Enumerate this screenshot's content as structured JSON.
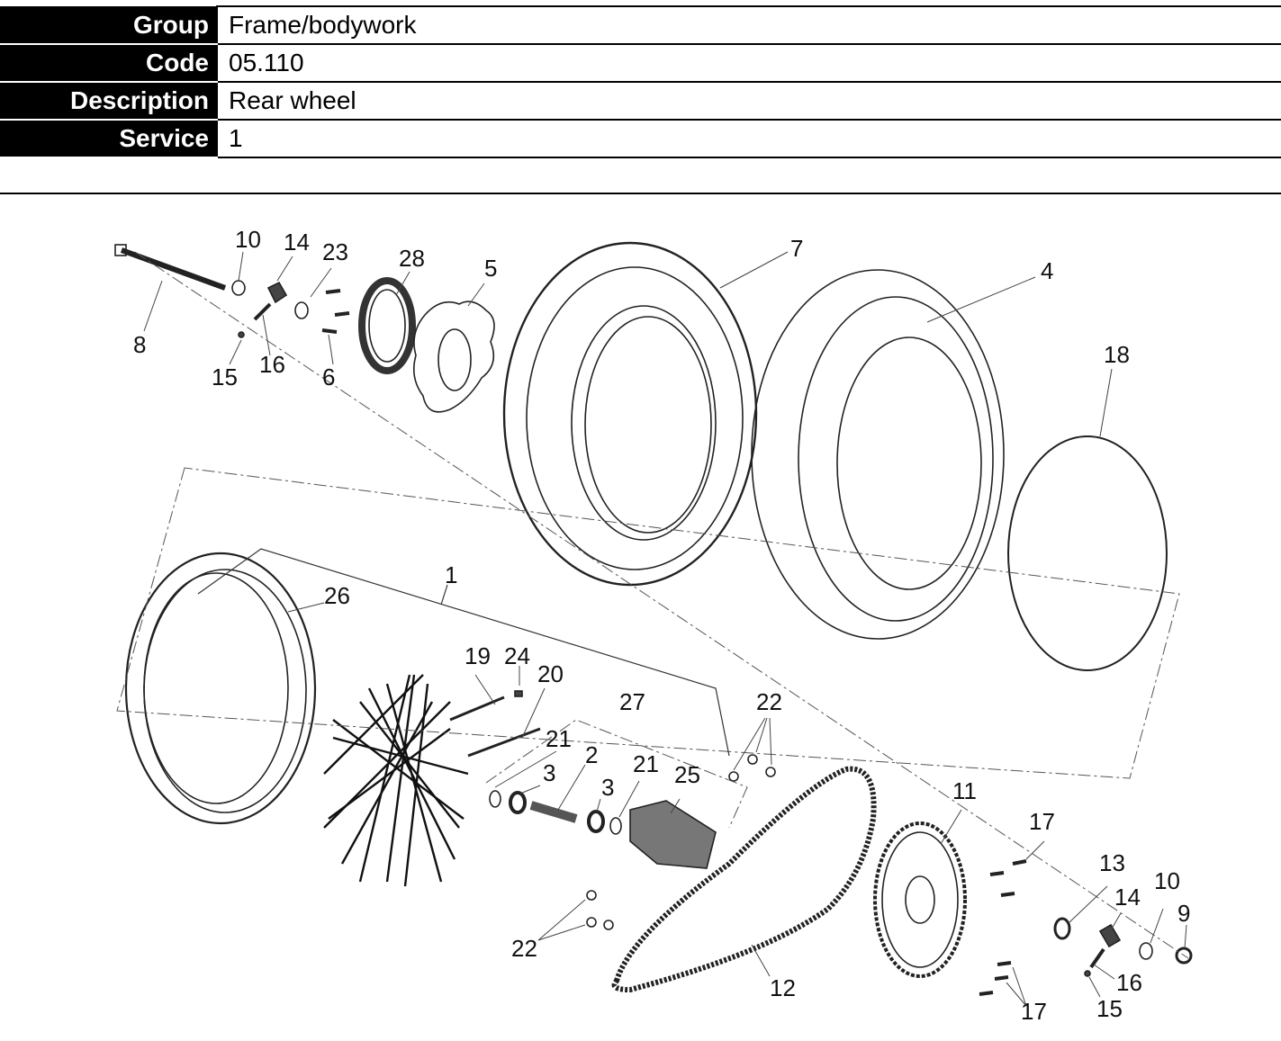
{
  "header": {
    "rows": [
      {
        "label": "Group",
        "value": "Frame/bodywork"
      },
      {
        "label": "Code",
        "value": "05.110"
      },
      {
        "label": "Description",
        "value": "Rear wheel"
      },
      {
        "label": "Service",
        "value": "1"
      }
    ]
  },
  "diagram": {
    "callouts": [
      "10",
      "14",
      "23",
      "28",
      "5",
      "7",
      "4",
      "8",
      "15",
      "16",
      "6",
      "18",
      "1",
      "26",
      "19",
      "24",
      "20",
      "27",
      "22",
      "21",
      "2",
      "3",
      "3",
      "21",
      "25",
      "11",
      "17",
      "13",
      "14",
      "10",
      "9",
      "22",
      "16",
      "15",
      "12",
      "17"
    ]
  }
}
